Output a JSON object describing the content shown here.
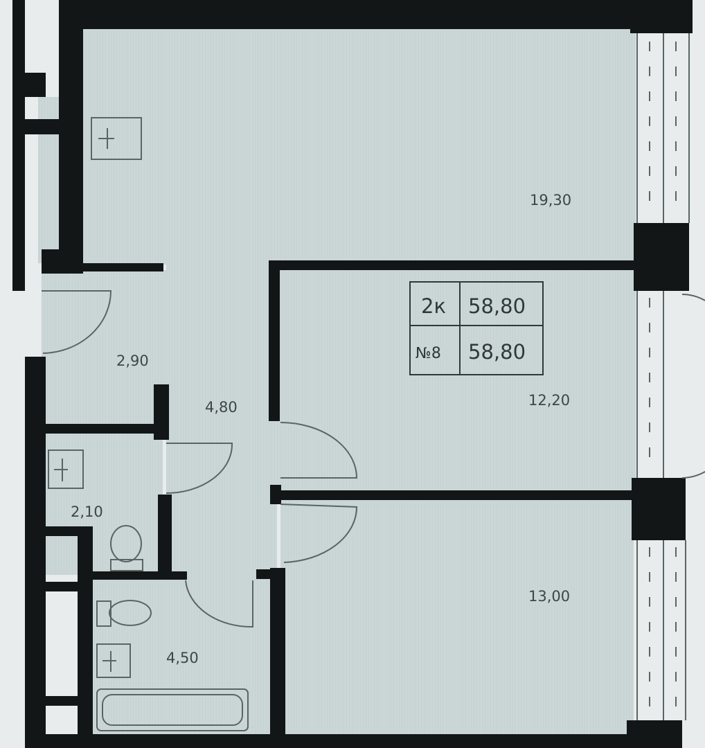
{
  "info_box": {
    "rooms": "2к",
    "total_area": "58,80",
    "unit_number": "№8",
    "living_area": "58,80"
  },
  "rooms": {
    "large_room_area": "19,30",
    "middle_room_area": "12,20",
    "bottom_room_area": "13,00",
    "entry_area": "2,90",
    "hall_area": "4,80",
    "wc_area": "2,10",
    "bathroom_area": "4,50"
  },
  "colors": {
    "wall": "#121616",
    "floor": "#cbd6d6",
    "background": "#e8ecec",
    "line": "#5a6464"
  }
}
